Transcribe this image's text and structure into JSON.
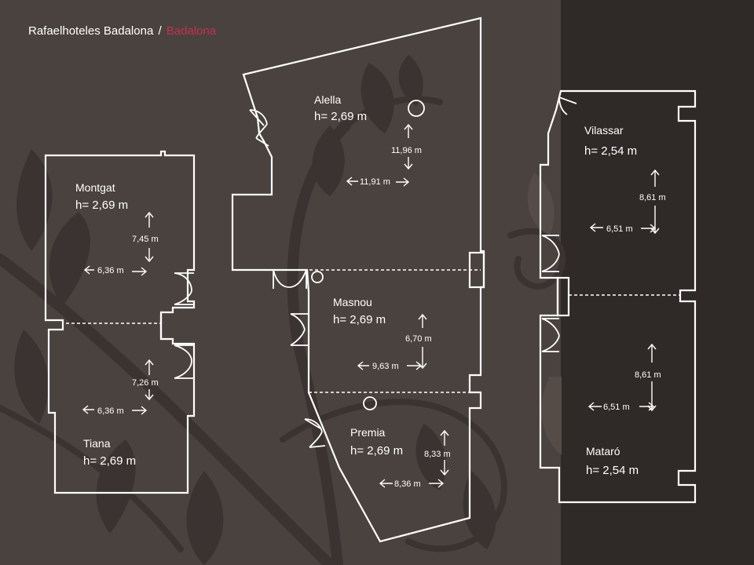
{
  "header": {
    "hotel": "Rafaelhoteles Badalona",
    "separator": "/",
    "location": "Badalona"
  },
  "colors": {
    "background": "#4a423e",
    "panel": "#2f2927",
    "accent": "#c6304f",
    "lines": "#ffffff"
  },
  "rooms": {
    "montgat": {
      "name": "Montgat",
      "height": "h= 2,69 m",
      "length": "7,45  m",
      "width": "6,36 m"
    },
    "tiana": {
      "name": "Tiana",
      "height": "h= 2,69 m",
      "length": "7,26  m",
      "width": "6,36 m"
    },
    "alella": {
      "name": "Alella",
      "height": "h= 2,69 m",
      "length": "11,96  m",
      "width": "11,91 m"
    },
    "masnou": {
      "name": "Masnou",
      "height": "h= 2,69 m",
      "length": "6,70  m",
      "width": "9,63 m"
    },
    "premia": {
      "name": "Premia",
      "height": "h= 2,69 m",
      "length": "8,33  m",
      "width": "8,36 m"
    },
    "vilassar": {
      "name": "Vilassar",
      "height": "h= 2,54 m",
      "length": "8,61  m",
      "width": "6,51 m"
    },
    "mataro": {
      "name": "Mataró",
      "height": "h= 2,54 m",
      "length": "8,61  m",
      "width": "6,51 m"
    }
  }
}
